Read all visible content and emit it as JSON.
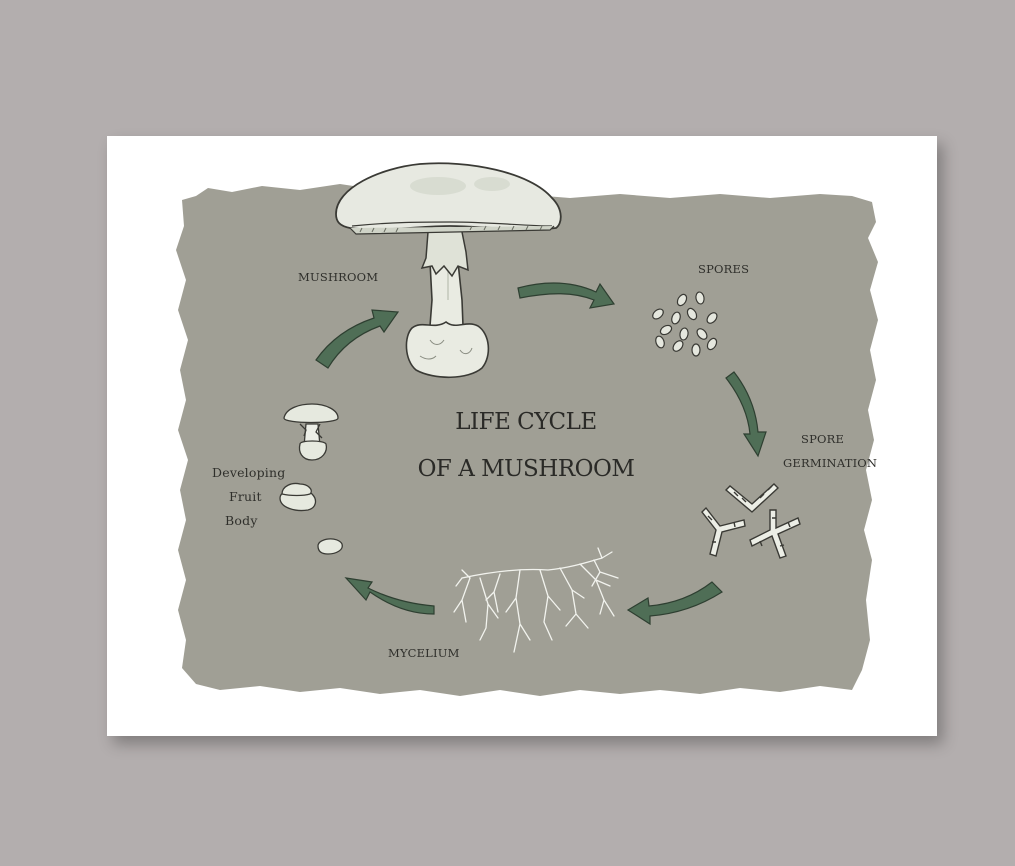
{
  "diagram": {
    "title_line1": "LIFE CYCLE",
    "title_line2": "OF A MUSHROOM",
    "labels": {
      "mushroom": "MUSHROOM",
      "spores": "SPORES",
      "spore_germination_1": "SPORE",
      "spore_germination_2": "GERMINATION",
      "mycelium": "MYCELIUM",
      "developing_1": "Developing",
      "developing_2": "Fruit",
      "developing_3": "Body"
    },
    "colors": {
      "background": "#b3aeae",
      "card": "#ffffff",
      "panel": "#a09f95",
      "arrow": "#4f6e56",
      "mushroom_fill": "#e6e9df",
      "ink": "#2f2f2b"
    }
  }
}
